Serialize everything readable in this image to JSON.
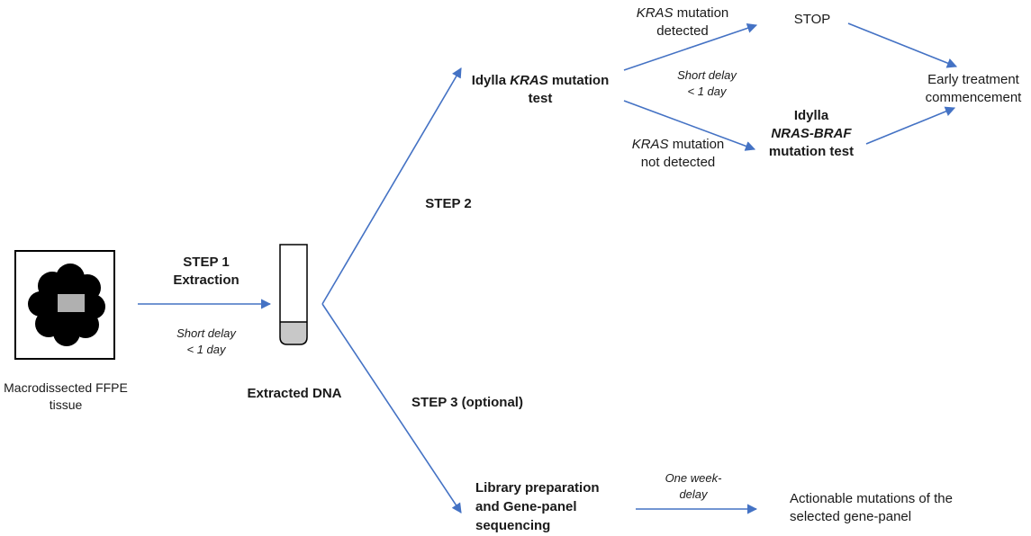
{
  "tissue": {
    "caption_line1": "Macrodissected FFPE",
    "caption_line2": "tissue"
  },
  "step1": {
    "title": "STEP 1",
    "subtitle": "Extraction",
    "delay_line1": "Short delay",
    "delay_line2": "< 1 day"
  },
  "tube": {
    "label": "Extracted DNA"
  },
  "step2": {
    "label": "STEP 2"
  },
  "step3": {
    "label": "STEP 3 (optional)"
  },
  "kras_test": {
    "line1_prefix": "Idylla ",
    "line1_gene": "KRAS",
    "line1_suffix": " mutation",
    "line2": "test"
  },
  "detected": {
    "gene": "KRAS",
    "line1_suffix": " mutation",
    "line2": "detected"
  },
  "not_detected": {
    "gene": "KRAS",
    "line1_suffix": " mutation",
    "line2": "not detected"
  },
  "kras_delay": {
    "line1": "Short delay",
    "line2": "< 1 day"
  },
  "stop": {
    "label": "STOP"
  },
  "nras_test": {
    "line1": "Idylla",
    "line2": "NRAS-BRAF",
    "line3": "mutation test"
  },
  "early": {
    "line1": "Early treatment",
    "line2": "commencement"
  },
  "library": {
    "line1": "Library preparation",
    "line2": "and Gene-panel",
    "line3": "sequencing"
  },
  "week_delay": {
    "line1": "One week-",
    "line2": "delay"
  },
  "actionable": {
    "line1": "Actionable mutations of the",
    "line2": "selected gene-panel"
  },
  "colors": {
    "arrow": "#4472c4",
    "text": "#1a1a1a",
    "tube_fill": "#c8c8c8",
    "tissue_fill": "#000000",
    "tissue_core": "#b0b0b0"
  }
}
